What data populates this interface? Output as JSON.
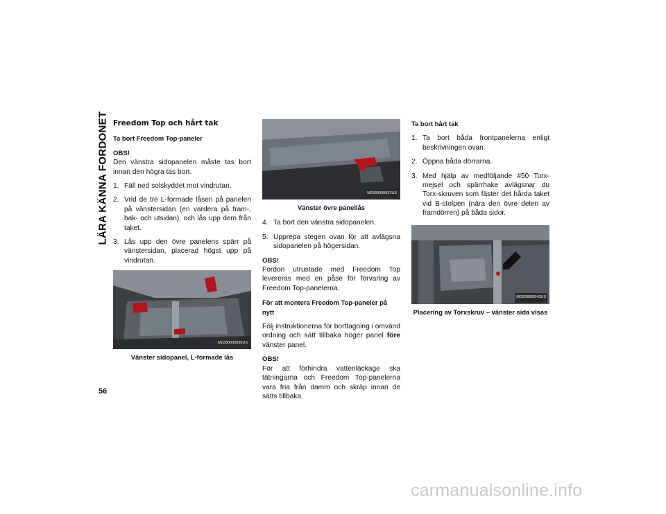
{
  "side_tab": "LÄRA KÄNNA FORDONET",
  "page_number": "56",
  "col1": {
    "title": "Freedom Top och hårt tak",
    "subhead": "Ta bort Freedom Top-paneler",
    "note_label": "OBS!",
    "note_text": "Den vänstra sidopanelen måste tas bort innan den högra tas bort.",
    "steps": [
      {
        "num": "1.",
        "text": "Fäll ned solskyddet mot vindrutan."
      },
      {
        "num": "2.",
        "text": "Vrid de tre L-formade låsen på panelen på vänstersidan (en vardera på fram-, bak- och utsidan), och lås upp dem från taket."
      },
      {
        "num": "3.",
        "text": "Lås upp den övre panelens spärr på vänstersidan, placerad högst upp på vindrutan."
      }
    ],
    "figure_code": "M0330000036US",
    "figure_caption": "Vänster sidopanel, L-formade lås"
  },
  "col2": {
    "figure_code": "M0330000037US",
    "figure_caption": "Vänster övre panellås",
    "steps": [
      {
        "num": "4.",
        "text": "Ta bort den vänstra sidopanelen."
      },
      {
        "num": "5.",
        "text": "Upprepa stegen ovan för att avlägsna sidopanelen på högersidan."
      }
    ],
    "note1_label": "OBS!",
    "note1_text": "Fordon utrustade med Freedom Top levereras med en påse för förvaring av Freedom Top-panelerna.",
    "subhead": "För att montera Freedom Top-paneler på nytt",
    "install_text_a": "Följ instruktionerna för borttagning i omvänd ordning och sätt tillbaka höger panel ",
    "install_text_bold": "före",
    "install_text_b": " vänster panel.",
    "note2_label": "OBS!",
    "note2_text": "För att förhindra vattenläckage ska tätningarna och Freedom Top-panelerna vara fria från damm och skräp innan de sätts tillbaka."
  },
  "col3": {
    "subhead": "Ta bort hårt tak",
    "steps": [
      {
        "num": "1.",
        "text": "Ta bort båda frontpanelerna enligt beskrivningen ovan."
      },
      {
        "num": "2.",
        "text": "Öppna båda dörrarna."
      },
      {
        "num": "3.",
        "text": "Med hjälp av medföljande #50 Torx-mejsel och spärrhake avlägsnar du Torx-skruven som fäster det hårda taket vid B-stolpen (nära den övre delen av framdörren) på båda sidor."
      }
    ],
    "figure_code": "M0330000042US",
    "figure_caption": "Placering av Torxskruv – vänster sida visas"
  },
  "footer": "carmanualsonline.info",
  "colors": {
    "highlight_red": "#b3141b",
    "figure_bg": "#3c3f44"
  }
}
